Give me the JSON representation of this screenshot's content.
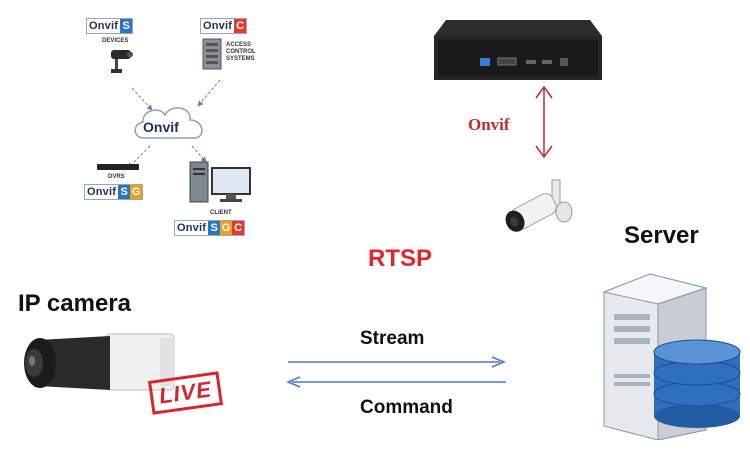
{
  "onvif_panel": {
    "devices_badge": {
      "brand": "Onvif",
      "tags": [
        "S"
      ]
    },
    "devices_label": "DEVICES",
    "access_badge": {
      "brand": "Onvif",
      "tags": [
        "C"
      ]
    },
    "access_label_lines": [
      "ACCESS",
      "CONTROL",
      "SYSTEMS"
    ],
    "cloud_text": "Onvif",
    "dvrs_label": "DVRS",
    "dvrs_badge": {
      "brand": "Onvif",
      "tags": [
        "S",
        "G"
      ]
    },
    "client_label": "CLIENT",
    "client_badge": {
      "brand": "Onvif",
      "tags": [
        "S",
        "G",
        "C"
      ]
    }
  },
  "nvr_link_label": "Onvif",
  "rtsp_label": "RTSP",
  "ip_camera_label": "IP camera",
  "server_label": "Server",
  "stream_label": "Stream",
  "command_label": "Command",
  "live_stamp": "LIVE",
  "colors": {
    "profile_s": "#2b73c4",
    "profile_g": "#e9a21b",
    "profile_c": "#e4392b",
    "rtsp": "#e3262b",
    "onvif_red": "#c0292e",
    "arrow_blue": "#4a78c8",
    "db_blue": "#2f6fc0"
  }
}
